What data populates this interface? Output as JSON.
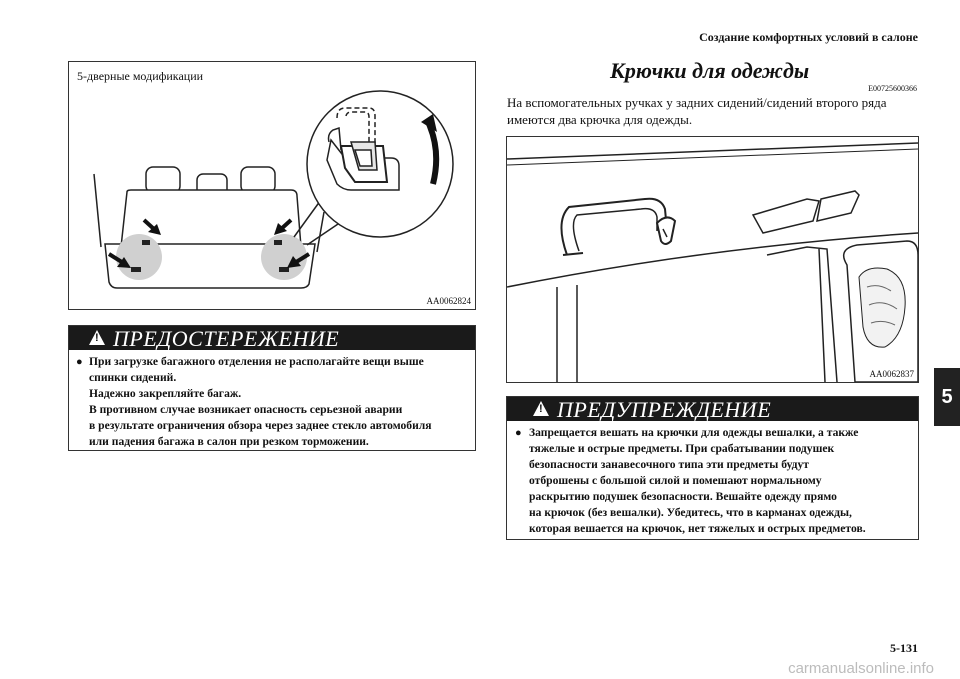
{
  "header": {
    "title": "Создание комфортных условий в салоне"
  },
  "chapter_tab": {
    "number": "5"
  },
  "page_number": "5-131",
  "watermark": "carmanualsonline.info",
  "left_figure": {
    "caption": "5-дверные модификации",
    "code": "AA0062824"
  },
  "left_warning": {
    "title": "ПРЕДОСТЕРЕЖЕНИЕ",
    "bullet": "●",
    "lines": [
      "При загрузке багажного отделения не располагайте вещи выше",
      "спинки сидений.",
      "Надежно закрепляйте багаж.",
      "В противном случае возникает опасность серьезной аварии",
      "в результате ограничения обзора через заднее стекло автомобиля",
      "или падения багажа в салон при резком торможении."
    ]
  },
  "section": {
    "title": "Крючки для одежды",
    "code": "E00725600366",
    "intro_lines": [
      "На вспомогательных ручках у задних сидений/сидений второго ряда",
      "имеются два крючка для одежды."
    ]
  },
  "right_figure": {
    "code": "AA0062837"
  },
  "right_warning": {
    "title": "ПРЕДУПРЕЖДЕНИЕ",
    "bullet": "●",
    "lines": [
      "Запрещается вешать на крючки для одежды вешалки, а также",
      "тяжелые и острые предметы. При срабатывании подушек",
      "безопасности занавесочного типа эти предметы будут",
      "отброшены с большой силой и помешают нормальному",
      "раскрытию подушек безопасности. Вешайте одежду прямо",
      "на крючок (без вешалки). Убедитесь, что в карманах одежды,",
      "которая вешается на крючок, нет тяжелых и острых предметов."
    ]
  }
}
